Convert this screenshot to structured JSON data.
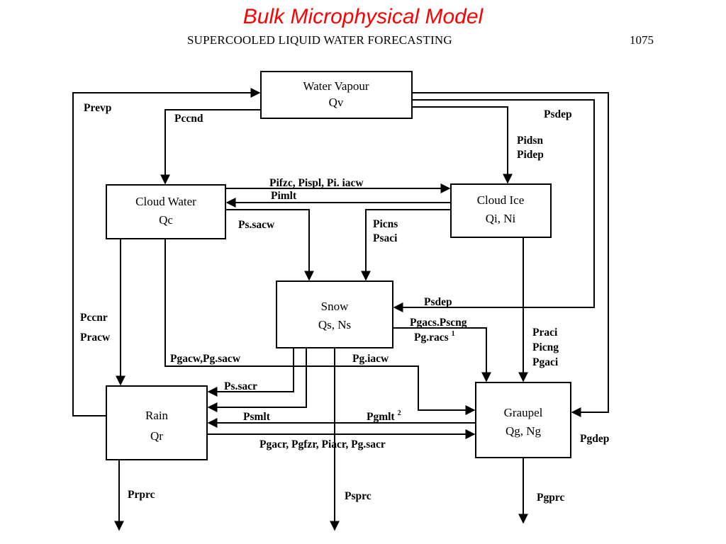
{
  "title": "Bulk Microphysical Model",
  "header": "SUPERCOOLED LIQUID WATER FORECASTING",
  "page_number": "1075",
  "colors": {
    "title": "#ff0000",
    "lines": "#000000"
  },
  "boxes": {
    "water_vapour": {
      "name": "Water Vapour",
      "var": "Qv"
    },
    "cloud_water": {
      "name": "Cloud Water",
      "var": "Qc"
    },
    "cloud_ice": {
      "name": "Cloud Ice",
      "var": "Qi, Ni"
    },
    "snow": {
      "name": "Snow",
      "var": "Qs, Ns"
    },
    "rain": {
      "name": "Rain",
      "var": "Qr"
    },
    "graupel": {
      "name": "Graupel",
      "var": "Qg, Ng"
    }
  },
  "processes": {
    "prevp": "Prevp",
    "pccnd": "Pccnd",
    "psdep_top": "Psdep",
    "pidsn": "Pidsn",
    "pidep": "Pidep",
    "pifzc": "Pifzc, Pispl, Pi. iacw",
    "pimlt": "Pimlt",
    "pssacw": "Ps.sacw",
    "picns": "Picns",
    "psaci": "Psaci",
    "psdep_snow": "Psdep",
    "pccnr": "Pccnr",
    "pracw": "Pracw",
    "pgacs": "Pgacs.Pscng",
    "pgracs": "Pg.racs",
    "pgracs_sup": "1",
    "praci": "Praci",
    "picng": "Picng",
    "pgaci": "Pgaci",
    "pgacw": "Pgacw,Pg.sacw",
    "pgiacw": "Pg.iacw",
    "pssacr": "Ps.sacr",
    "psmlt": "Psmlt",
    "pgmlt": "Pgmlt",
    "pgmlt_sup": "2",
    "pgacr": "Pgacr, Pgfzr, Piacr, Pg.sacr",
    "pgdep": "Pgdep",
    "prprc": "Prprc",
    "psprc": "Psprc",
    "pgprc": "Pgprc"
  }
}
